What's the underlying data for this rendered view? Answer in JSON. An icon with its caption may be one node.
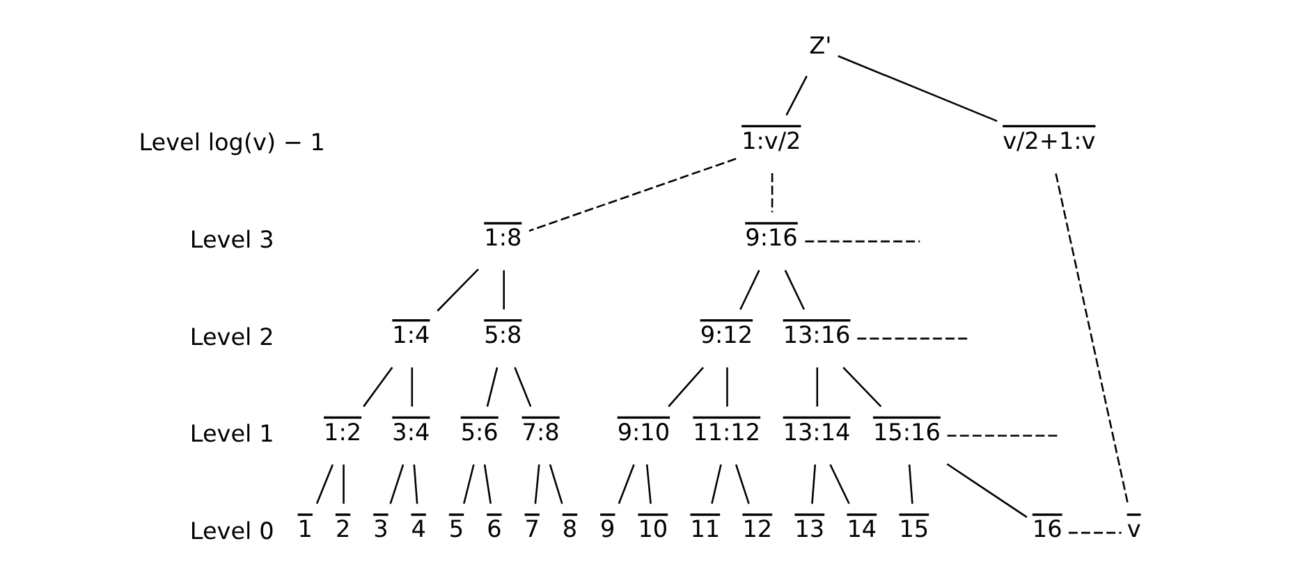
{
  "diagram": {
    "nodes": [
      {
        "text": [
          "Z'"
        ]
      },
      {
        "text": [
          "1:v/2"
        ]
      },
      {
        "text": [
          "v/2+1:v"
        ]
      },
      {
        "text": [
          "1:8"
        ]
      },
      {
        "text": [
          "9:16"
        ]
      },
      {
        "text": [
          "1:4"
        ]
      },
      {
        "text": [
          "5:8"
        ]
      },
      {
        "text": [
          "9:12"
        ]
      },
      {
        "text": [
          "13:16"
        ]
      },
      {
        "text": [
          "1:2"
        ]
      },
      {
        "text": [
          "3:4"
        ]
      },
      {
        "text": [
          "5:6"
        ]
      },
      {
        "text": [
          "7:8"
        ]
      },
      {
        "text": [
          "9:10"
        ]
      },
      {
        "text": [
          "11:12"
        ]
      },
      {
        "text": [
          "13:14"
        ]
      },
      {
        "text": [
          "15:16"
        ]
      },
      {
        "text": [
          "1"
        ]
      },
      {
        "text": [
          "2"
        ]
      },
      {
        "text": [
          "3"
        ]
      },
      {
        "text": [
          "4"
        ]
      },
      {
        "text": [
          "5"
        ]
      },
      {
        "text": [
          "6"
        ]
      },
      {
        "text": [
          "7"
        ]
      },
      {
        "text": [
          "8"
        ]
      },
      {
        "text": [
          "9"
        ]
      },
      {
        "text": [
          "10"
        ]
      },
      {
        "text": [
          "11"
        ]
      },
      {
        "text": [
          "12"
        ]
      },
      {
        "text": [
          "13"
        ]
      },
      {
        "text": [
          "14"
        ]
      },
      {
        "text": [
          "15"
        ]
      },
      {
        "text": [
          "16"
        ]
      },
      {
        "text": [
          "v"
        ]
      }
    ],
    "edges": [
      {
        "from": 0,
        "to": 1,
        "arrow": "none"
      },
      {
        "from": 0,
        "to": 2,
        "arrow": "none"
      },
      {
        "from": 1,
        "to": 3,
        "arrow": "none",
        "style": "dashed"
      },
      {
        "from": 1,
        "to": 4,
        "arrow": "none",
        "style": "dashed"
      },
      {
        "from": 3,
        "to": 5,
        "arrow": "none"
      },
      {
        "from": 3,
        "to": 6,
        "arrow": "none"
      },
      {
        "from": 4,
        "to": 7,
        "arrow": "none"
      },
      {
        "from": 4,
        "to": 8,
        "arrow": "none"
      },
      {
        "from": 5,
        "to": 9,
        "arrow": "none"
      },
      {
        "from": 5,
        "to": 10,
        "arrow": "none"
      },
      {
        "from": 6,
        "to": 11,
        "arrow": "none"
      },
      {
        "from": 6,
        "to": 12,
        "arrow": "none"
      },
      {
        "from": 7,
        "to": 13,
        "arrow": "none"
      },
      {
        "from": 7,
        "to": 14,
        "arrow": "none"
      },
      {
        "from": 8,
        "to": 15,
        "arrow": "none"
      },
      {
        "from": 8,
        "to": 16,
        "arrow": "none"
      },
      {
        "from": 9,
        "to": 17,
        "arrow": "none"
      },
      {
        "from": 9,
        "to": 18,
        "arrow": "none"
      },
      {
        "from": 10,
        "to": 19,
        "arrow": "none"
      },
      {
        "from": 10,
        "to": 20,
        "arrow": "none"
      },
      {
        "from": 11,
        "to": 21,
        "arrow": "none"
      },
      {
        "from": 11,
        "to": 22,
        "arrow": "none"
      },
      {
        "from": 12,
        "to": 23,
        "arrow": "none"
      },
      {
        "from": 12,
        "to": 24,
        "arrow": "none"
      },
      {
        "from": 13,
        "to": 25,
        "arrow": "none"
      },
      {
        "from": 13,
        "to": 26,
        "arrow": "none"
      },
      {
        "from": 14,
        "to": 27,
        "arrow": "none"
      },
      {
        "from": 14,
        "to": 28,
        "arrow": "none"
      },
      {
        "from": 15,
        "to": 29,
        "arrow": "none"
      },
      {
        "from": 15,
        "to": 30,
        "arrow": "none"
      },
      {
        "from": 16,
        "to": 31,
        "arrow": "none"
      },
      {
        "from": 16,
        "to": 32,
        "arrow": "none"
      },
      {
        "from": 2,
        "to": 33,
        "arrow": "none",
        "style": "dashed"
      },
      {
        "from": 4,
        "to": null,
        "arrow": "none",
        "style": "dashed"
      },
      {
        "from": 8,
        "to": null,
        "arrow": "none",
        "style": "dashed"
      },
      {
        "from": 16,
        "to": null,
        "arrow": "none",
        "style": "dashed"
      },
      {
        "from": 32,
        "to": 33,
        "arrow": "none",
        "style": "dashed"
      }
    ],
    "labels": [
      "Level log(v) − 1",
      "Level 3",
      "Level 2",
      "Level 1",
      "Level 0"
    ]
  }
}
